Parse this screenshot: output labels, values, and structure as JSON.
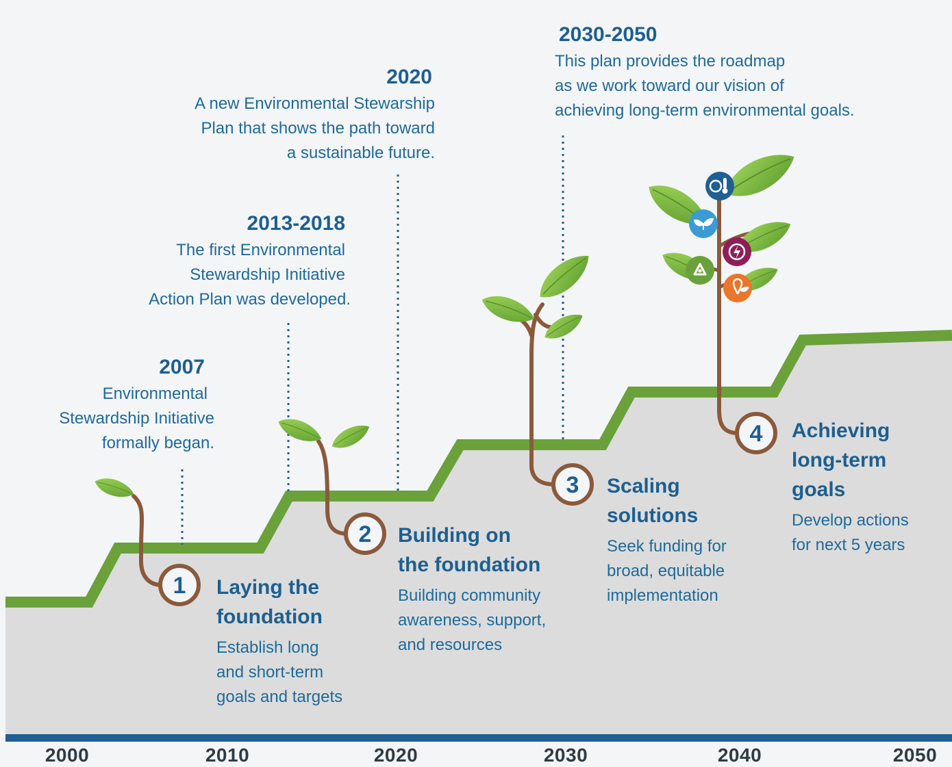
{
  "milestones": [
    {
      "year": "2007",
      "text": [
        "Environmental",
        "Stewardship Initiative",
        "formally began."
      ]
    },
    {
      "year": "2013-2018",
      "text": [
        "The first Environmental",
        "Stewardship Initiative",
        "Action Plan was developed."
      ]
    },
    {
      "year": "2020",
      "text": [
        "A new Environmental Stewarship",
        "Plan that shows the path toward",
        "a sustainable future."
      ]
    },
    {
      "year": "2030-2050",
      "text": [
        "This plan provides the roadmap",
        "as we work toward our vision of",
        "achieving long-term environmental goals."
      ]
    }
  ],
  "stages": [
    {
      "number": "1",
      "title": [
        "Laying the",
        "foundation"
      ],
      "desc": [
        "Establish long",
        "and short-term",
        "goals and targets"
      ]
    },
    {
      "number": "2",
      "title": [
        "Building on",
        "the foundation"
      ],
      "desc": [
        "Building community",
        "awareness, support,",
        "and resources"
      ]
    },
    {
      "number": "3",
      "title": [
        "Scaling",
        "solutions"
      ],
      "desc": [
        "Seek funding for",
        "broad, equitable",
        "implementation"
      ]
    },
    {
      "number": "4",
      "title": [
        "Achieving",
        "long-term",
        "goals"
      ],
      "desc": [
        "Develop actions",
        "for next 5 years"
      ]
    }
  ],
  "axis": {
    "ticks": [
      "2000",
      "2010",
      "2020",
      "2030",
      "2040",
      "2050"
    ]
  },
  "icons": [
    "climate-icon",
    "plant-icon",
    "energy-icon",
    "recycle-icon",
    "location-leaf-icon"
  ],
  "colors": {
    "text_blue": "#1d6a9a",
    "title_blue": "#1d5f90",
    "step_green": "#6aa13a",
    "leaf_green": "#7fbf3f",
    "stem_brown": "#8a5a3b",
    "ground_gray": "#dcdcdc",
    "axis_blue": "#1f5f93",
    "icon_climate": "#1f5f93",
    "icon_plant": "#3b9bd5",
    "icon_energy": "#8e1e59",
    "icon_recycle": "#6aa13a",
    "icon_location": "#e8762b"
  }
}
